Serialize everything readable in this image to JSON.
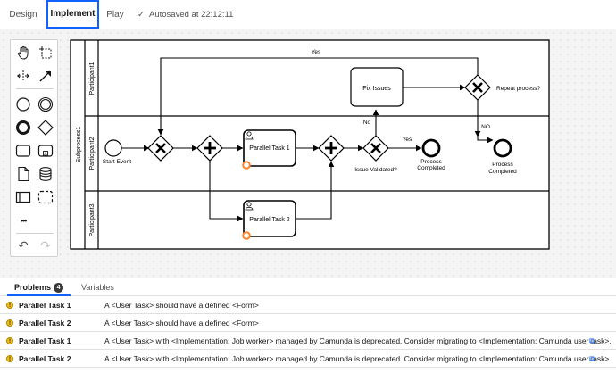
{
  "tabs": [
    {
      "label": "Design"
    },
    {
      "label": "Implement"
    },
    {
      "label": "Play"
    }
  ],
  "autosave": "Autosaved at 22:12:11",
  "palette": {
    "tools": [
      "hand-tool",
      "lasso-tool",
      "space-tool",
      "connect-tool",
      "start-event",
      "intermediate-event",
      "end-event",
      "gateway",
      "task",
      "subprocess",
      "data-object",
      "data-store",
      "pool",
      "group",
      "more"
    ],
    "more_label": "•••",
    "undo": "↶",
    "redo": "↷"
  },
  "diagram": {
    "pool_label": "Subprocess1",
    "lanes": [
      "Participant1",
      "Participant2",
      "Participant3"
    ],
    "labels": {
      "start_event": "Start Event",
      "task1": "Parallel Task 1",
      "task2": "Parallel Task 2",
      "fix_issues": "Fix Issues",
      "repeat_process": "Repeat process?",
      "issue_validated": "Issue Validated?",
      "process_completed_1a": "Process",
      "process_completed_1b": "Completed",
      "process_completed_2a": "Process",
      "process_completed_2b": "Completed",
      "yes_top": "Yes",
      "yes_mid": "Yes",
      "no_left": "No",
      "no_right": "NO"
    }
  },
  "problems_panel": {
    "tabs": [
      {
        "label": "Problems",
        "count": "4"
      },
      {
        "label": "Variables"
      }
    ],
    "rows": [
      {
        "element": "Parallel Task 1",
        "message": "A <User Task> should have a defined <Form>",
        "link": false
      },
      {
        "element": "Parallel Task 2",
        "message": "A <User Task> should have a defined <Form>",
        "link": false
      },
      {
        "element": "Parallel Task 1",
        "message": "A <User Task> with <Implementation: Job worker> managed by Camunda is deprecated. Consider migrating to <Implementation: Camunda user task>.",
        "link": true
      },
      {
        "element": "Parallel Task 2",
        "message": "A <User Task> with <Implementation: Job worker> managed by Camunda is deprecated. Consider migrating to <Implementation: Camunda user task>.",
        "link": true
      }
    ],
    "link_icon": "external-link-icon"
  }
}
